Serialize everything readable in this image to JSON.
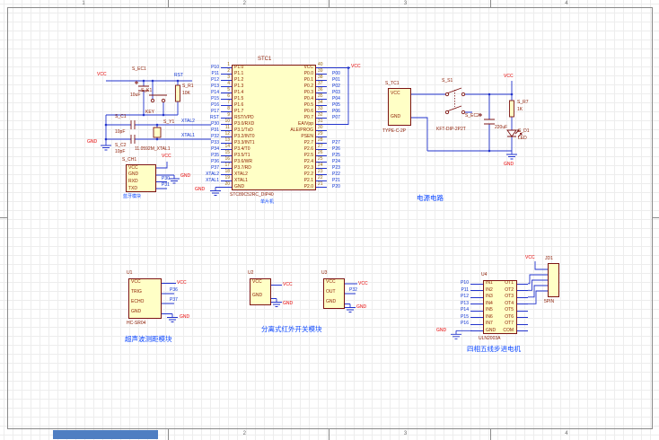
{
  "sheet": {
    "zones_top": [
      "1",
      "2",
      "3",
      "4"
    ],
    "zones_bottom": [
      "1",
      "2",
      "3",
      "4"
    ]
  },
  "colors": {
    "wire": "#2233cc",
    "component_outline": "#7d1414",
    "component_fill": "#ffffc6",
    "net_label": "#0a2fd0",
    "power_label": "#e60000",
    "designator": "#8a1a00",
    "module_title": "#0a46ff"
  },
  "reset": {
    "vcc_label": "VCC",
    "gnd_label": "GND",
    "rst_net": "RST",
    "ec1_ref": "S_EC1",
    "ec1_val": "10uF",
    "k1_ref": "S_K1",
    "k1_val": "KEY",
    "r1_ref": "S_R1",
    "r1_val": "10K",
    "c1_ref": "S_C1",
    "c1_val": "10pF",
    "c2_ref": "S_C2",
    "c2_val": "10pF",
    "y1_ref": "S_Y1",
    "y1_val": "11.0592M_XTAL1",
    "xtal2_net": "XTAL2",
    "xtal1_net": "XTAL1"
  },
  "bluetooth": {
    "ref": "S_CH1",
    "caption": "蓝牙模块",
    "pins": [
      "VCC",
      "GND",
      "RXD",
      "TXD"
    ],
    "vcc_label": "VCC",
    "gnd_label": "GND",
    "rxd_net": "P30",
    "txd_net": "P31"
  },
  "mcu": {
    "ref": "STC1",
    "part": "STC89C52RC_DIP40",
    "caption": "单片机",
    "vcc_label": "VCC",
    "gnd_label": "GND",
    "left_pins": [
      {
        "num": "1",
        "name": "P1.0",
        "label": "P10"
      },
      {
        "num": "2",
        "name": "P1.1",
        "label": "P11"
      },
      {
        "num": "3",
        "name": "P1.2",
        "label": "P12"
      },
      {
        "num": "4",
        "name": "P1.3",
        "label": "P13"
      },
      {
        "num": "5",
        "name": "P1.4",
        "label": "P14"
      },
      {
        "num": "6",
        "name": "P1.5",
        "label": "P15"
      },
      {
        "num": "7",
        "name": "P1.6",
        "label": "P16"
      },
      {
        "num": "8",
        "name": "P1.7",
        "label": "P17"
      },
      {
        "num": "9",
        "name": "RST/VPD",
        "label": "RST"
      },
      {
        "num": "10",
        "name": "P3.0/RXD",
        "label": "P30"
      },
      {
        "num": "11",
        "name": "P3.1/TxD",
        "label": "P31"
      },
      {
        "num": "12",
        "name": "P3.2/INT0",
        "label": "P32"
      },
      {
        "num": "13",
        "name": "P3.3/INT1",
        "label": "P33"
      },
      {
        "num": "14",
        "name": "P3.4/T0",
        "label": "P34"
      },
      {
        "num": "15",
        "name": "P3.5/T1",
        "label": "P35"
      },
      {
        "num": "16",
        "name": "P3.6/WR",
        "label": "P36"
      },
      {
        "num": "17",
        "name": "P3.7/RD",
        "label": "P37"
      },
      {
        "num": "18",
        "name": "XTAL2",
        "label": "XTAL2"
      },
      {
        "num": "19",
        "name": "XTAL1",
        "label": "XTAL1"
      },
      {
        "num": "20",
        "name": "GND",
        "label": ""
      }
    ],
    "right_pins": [
      {
        "num": "40",
        "name": "VCC",
        "label": ""
      },
      {
        "num": "39",
        "name": "P0.0",
        "label": "P00"
      },
      {
        "num": "38",
        "name": "P0.1",
        "label": "P01"
      },
      {
        "num": "37",
        "name": "P0.2",
        "label": "P02"
      },
      {
        "num": "36",
        "name": "P0.3",
        "label": "P03"
      },
      {
        "num": "35",
        "name": "P0.4",
        "label": "P04"
      },
      {
        "num": "34",
        "name": "P0.5",
        "label": "P05"
      },
      {
        "num": "33",
        "name": "P0.6",
        "label": "P06"
      },
      {
        "num": "32",
        "name": "P0.7",
        "label": "P07"
      },
      {
        "num": "31",
        "name": "EA/Vpp",
        "label": ""
      },
      {
        "num": "30",
        "name": "ALE/PROG",
        "label": ""
      },
      {
        "num": "29",
        "name": "PSEN",
        "label": ""
      },
      {
        "num": "28",
        "name": "P2.7",
        "label": "P27"
      },
      {
        "num": "27",
        "name": "P2.6",
        "label": "P26"
      },
      {
        "num": "26",
        "name": "P2.5",
        "label": "P25"
      },
      {
        "num": "25",
        "name": "P2.4",
        "label": "P24"
      },
      {
        "num": "24",
        "name": "P2.3",
        "label": "P23"
      },
      {
        "num": "23",
        "name": "P2.2",
        "label": "P22"
      },
      {
        "num": "22",
        "name": "P2.1",
        "label": "P21"
      },
      {
        "num": "21",
        "name": "P2.0",
        "label": "P20"
      }
    ]
  },
  "power": {
    "title": "电源电路",
    "tc1_ref": "S_TC1",
    "tc1_caption": "TYPE-C-2P",
    "tc1_pin_vcc": "VCC",
    "tc1_pin_gnd": "GND",
    "s1_ref": "S_S1",
    "s1_caption": "KFT-DIP-2P2T",
    "r7_ref": "S_R7",
    "r7_val": "1K",
    "ec2_ref": "S_EC2",
    "ec2_val": "220uF",
    "d1_ref": "S_D1",
    "d1_val": "LED",
    "vcc_label": "VCC",
    "gnd_label": "GND"
  },
  "ultrasonic": {
    "title": "超声波测距模块",
    "ref": "U1",
    "part": "HC-SR04",
    "pins": [
      "VCC",
      "TRIG",
      "ECHO",
      "GND"
    ],
    "vcc_label": "VCC",
    "gnd_label": "GND",
    "trig_net": "P36",
    "echo_net": "P37"
  },
  "infrared": {
    "title": "分离式红外开关模块",
    "u2_ref": "U2",
    "u2_pins": [
      "VCC",
      "GND"
    ],
    "u3_ref": "U3",
    "u3_pins": [
      "VCC",
      "OUT",
      "GND"
    ],
    "out_net": "P32",
    "vcc_label": "VCC",
    "gnd_label": "GND"
  },
  "stepper": {
    "title": "四相五线步进电机",
    "ref": "U4",
    "part": "ULN2003A",
    "vcc_label": "VCC",
    "gnd_label": "GND",
    "left_pins": [
      {
        "name": "IN1",
        "label": "P10"
      },
      {
        "name": "IN2",
        "label": "P11"
      },
      {
        "name": "IN3",
        "label": "P12"
      },
      {
        "name": "IN4",
        "label": "P13"
      },
      {
        "name": "IN5",
        "label": "P14"
      },
      {
        "name": "IN6",
        "label": "P15"
      },
      {
        "name": "IN7",
        "label": "P16"
      },
      {
        "name": "GND",
        "label": ""
      }
    ],
    "right_pins": [
      {
        "name": "OT1"
      },
      {
        "name": "OT2"
      },
      {
        "name": "OT3"
      },
      {
        "name": "OT4"
      },
      {
        "name": "OT5"
      },
      {
        "name": "OT6"
      },
      {
        "name": "OT7"
      },
      {
        "name": "COM"
      }
    ],
    "jd1_ref": "JD1",
    "jd1_caption": "5PIN"
  }
}
